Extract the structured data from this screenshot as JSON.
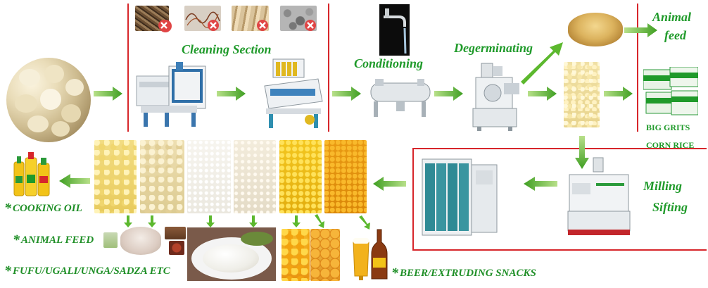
{
  "sections": {
    "cleaning": "Cleaning Section",
    "conditioning": "Conditioning",
    "degerminating": "Degerminating",
    "animal_feed_top": [
      "Animal",
      "feed"
    ],
    "grits_line1": "BIG GRITS",
    "grits_line2": "CORN RICE",
    "milling": "Milling",
    "sifting": "Sifting"
  },
  "outputs": {
    "cooking_oil": "COOKING OIL",
    "animal_feed": "ANIMAL FEED",
    "fufu": "FUFU/UGALI/UNGA/SADZA ETC",
    "beer": "BEER/EXTRUDING SNACKS",
    "star": "*"
  },
  "colors": {
    "divider": "#d7262b",
    "label_green": "#1f9a2a",
    "arrow_green": "#5cb82e",
    "reject_mark": "#e04545"
  }
}
